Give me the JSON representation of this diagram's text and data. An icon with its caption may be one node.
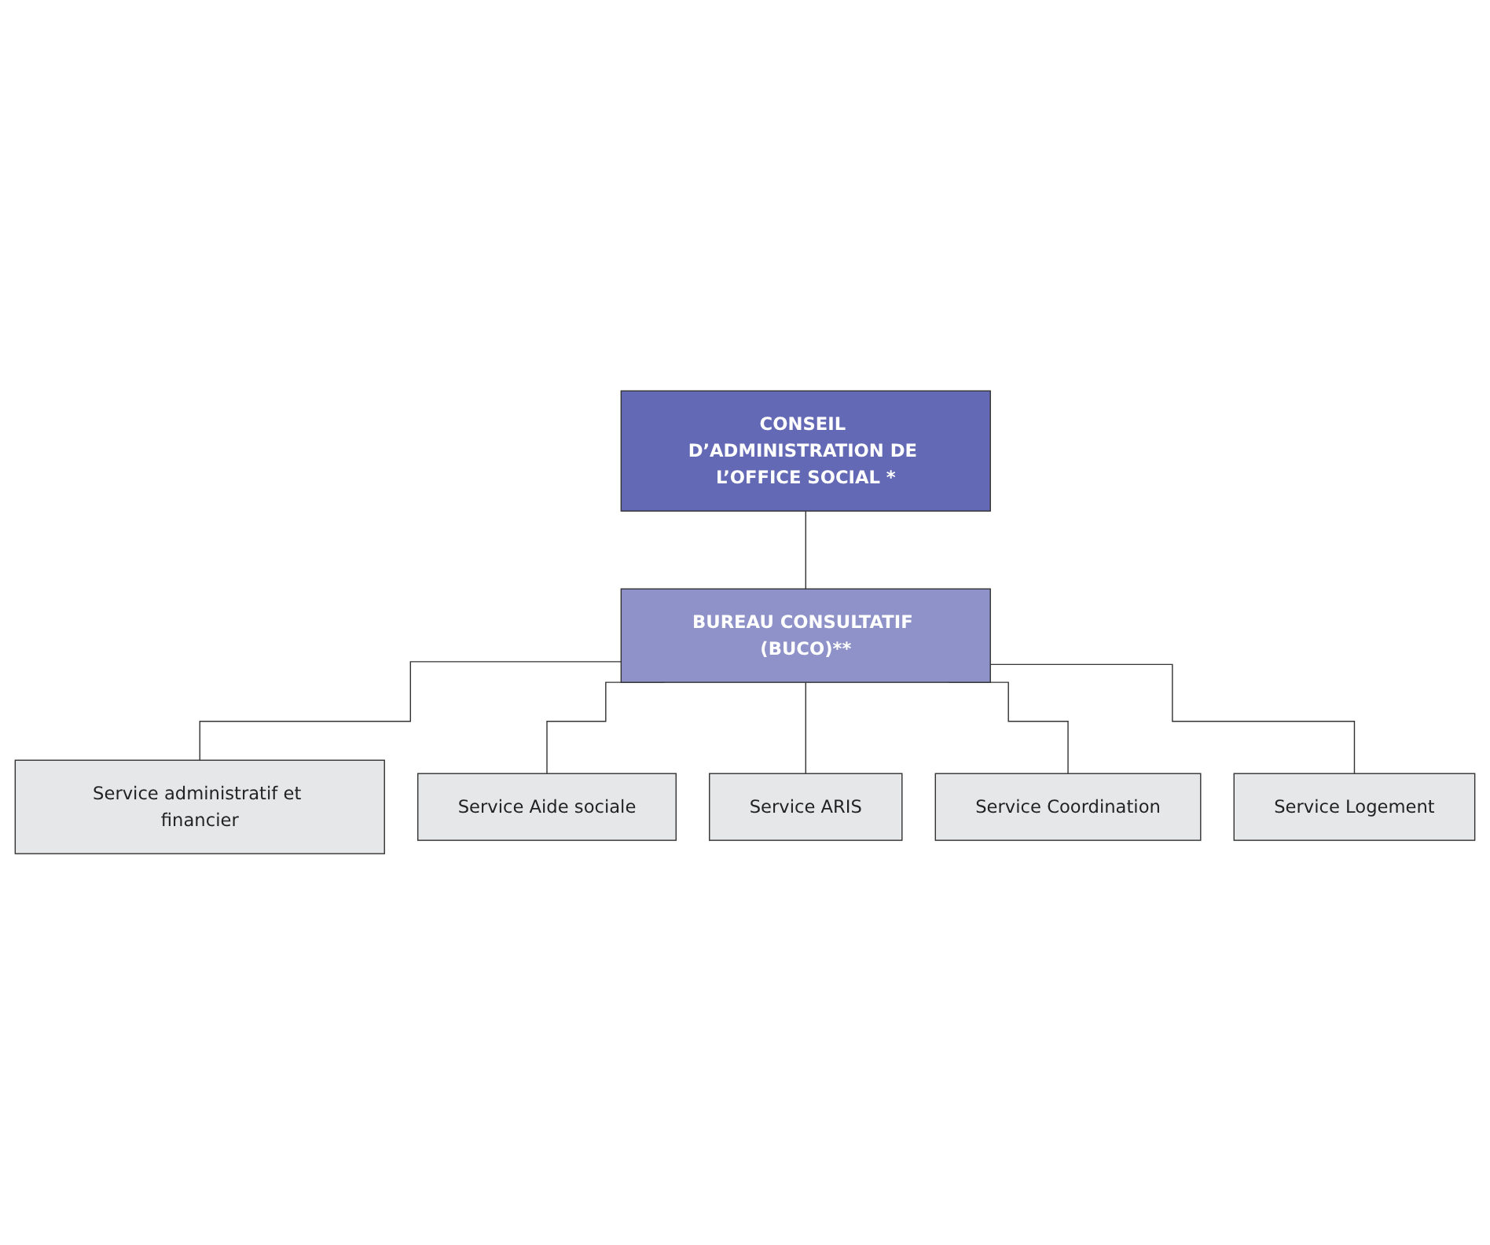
{
  "diagram": {
    "nodes": [
      {
        "text": [
          "CONSEIL D’ADMINISTRATION DE L’OFFICE SOCIAL *"
        ]
      },
      {
        "text": [
          "BUREAU CONSULTATIF (BUCO)**"
        ]
      },
      {
        "text": [
          "Service administratif et financier"
        ]
      },
      {
        "text": [
          "Service Logement"
        ]
      },
      {
        "text": [
          "Service Aide sociale"
        ]
      },
      {
        "text": [
          "Service Coordination"
        ]
      },
      {
        "text": [
          "Service ARIS"
        ]
      }
    ],
    "edges": [
      {
        "from": 0,
        "to": 1,
        "arrow": "none"
      },
      {
        "from": 1,
        "to": 2,
        "arrow": "none"
      },
      {
        "from": 1,
        "to": 4,
        "arrow": "none"
      },
      {
        "from": 1,
        "to": 6,
        "arrow": "none"
      },
      {
        "from": 1,
        "to": 5,
        "arrow": "none"
      },
      {
        "from": 1,
        "to": 3,
        "arrow": "none"
      }
    ]
  }
}
